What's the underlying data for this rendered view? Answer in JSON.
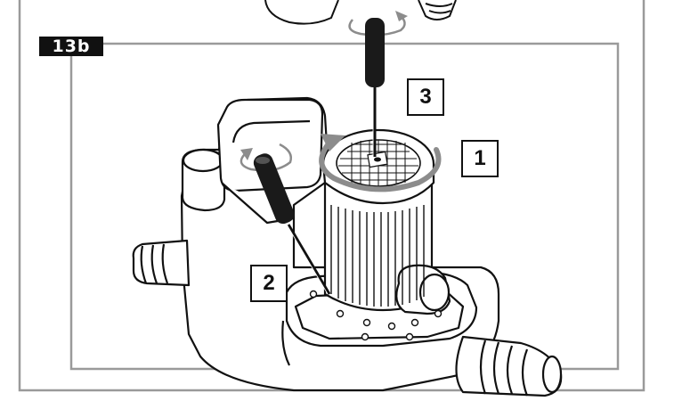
{
  "figure": {
    "tag": "13b",
    "steps": [
      {
        "number": "1"
      },
      {
        "number": "2"
      },
      {
        "number": "3"
      }
    ]
  },
  "colors": {
    "frame": "#9a9a9a",
    "arrow": "#8c8c8c",
    "ink": "#111111",
    "handle": "#1a1a1a"
  },
  "icons": [
    "rotation-arrow-icon",
    "screwdriver-icon"
  ]
}
